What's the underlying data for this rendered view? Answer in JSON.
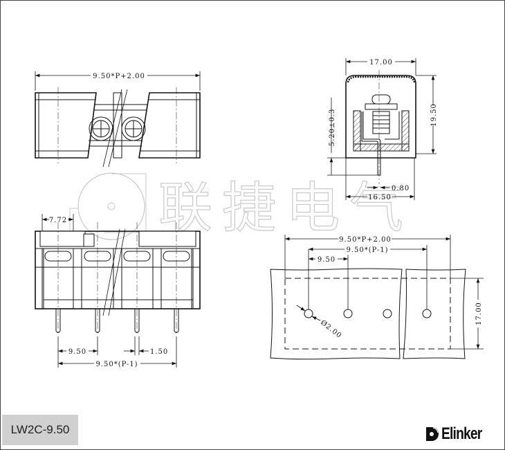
{
  "watermark": {
    "text": "联捷电气"
  },
  "top_view": {
    "overall_dim": "9.50*P+2.00"
  },
  "side_view": {
    "width_dim": "17.00",
    "height_dim": "19.50",
    "pin_length_dim": "5.20±0.3",
    "pin_width_dim": "0.80",
    "base_width_dim": "16.50"
  },
  "front_view": {
    "offset_dim": "7.72",
    "pitch_dim": "9.50",
    "pin_dim": "1.50",
    "span_dim": "9.50*(P-1)"
  },
  "pcb_view": {
    "overall_dim": "9.50*P+2.00",
    "span_dim": "9.50*(P-1)",
    "pitch_dim": "9.50",
    "hole_dim": "Ø2.00",
    "depth_dim": "17.00"
  },
  "footer": {
    "model": "LW2C-9.50",
    "brand": "Elinker"
  }
}
